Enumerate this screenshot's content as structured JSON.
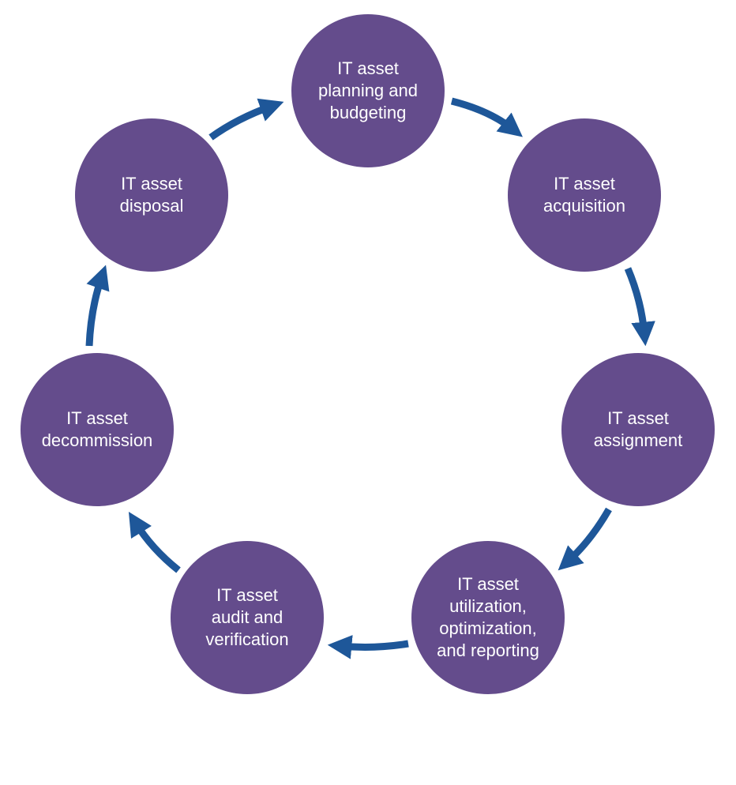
{
  "diagram": {
    "colors": {
      "node_fill": "#644C8C",
      "arrow": "#1E5799",
      "text": "#FFFFFF",
      "background": "#FFFFFF"
    },
    "nodes": [
      {
        "id": "planning",
        "label": "IT asset\nplanning and\nbudgeting"
      },
      {
        "id": "acquisition",
        "label": "IT asset\nacquisition"
      },
      {
        "id": "assignment",
        "label": "IT asset\nassignment"
      },
      {
        "id": "utilization",
        "label": "IT asset\nutilization,\noptimization,\nand reporting"
      },
      {
        "id": "audit",
        "label": "IT asset\naudit and\nverification"
      },
      {
        "id": "decommission",
        "label": "IT asset\ndecommission"
      },
      {
        "id": "disposal",
        "label": "IT asset\ndisposal"
      }
    ],
    "edges": [
      {
        "from": "planning",
        "to": "acquisition"
      },
      {
        "from": "acquisition",
        "to": "assignment"
      },
      {
        "from": "assignment",
        "to": "utilization"
      },
      {
        "from": "utilization",
        "to": "audit"
      },
      {
        "from": "audit",
        "to": "decommission"
      },
      {
        "from": "decommission",
        "to": "disposal"
      },
      {
        "from": "disposal",
        "to": "planning"
      }
    ]
  }
}
